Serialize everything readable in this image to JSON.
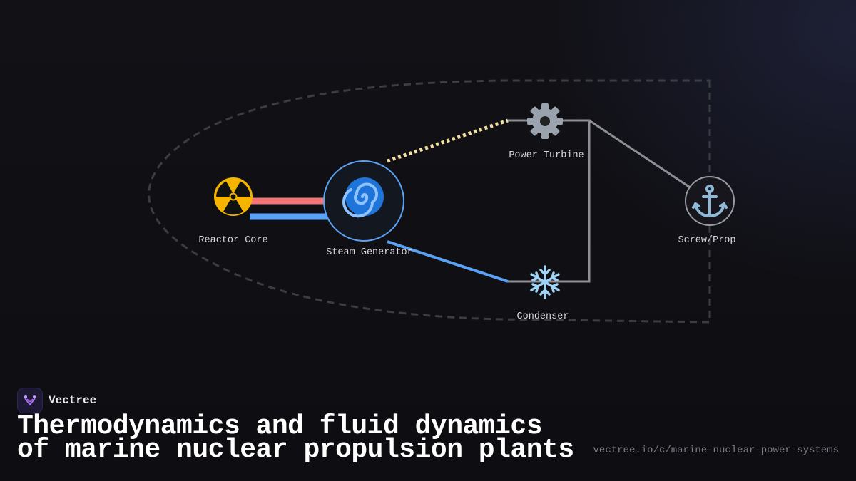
{
  "diagram": {
    "nodes": [
      {
        "id": "reactor",
        "label": "Reactor Core",
        "icon": "radioactive-icon",
        "glyph": "☢️"
      },
      {
        "id": "steam",
        "label": "Steam Generator",
        "icon": "cyclone-icon",
        "glyph": "🌀"
      },
      {
        "id": "turbine",
        "label": "Power Turbine",
        "icon": "gear-icon",
        "glyph": "⚙️"
      },
      {
        "id": "condenser",
        "label": "Condenser",
        "icon": "snowflake-icon",
        "glyph": "❄️"
      },
      {
        "id": "prop",
        "label": "Screw/Prop",
        "icon": "anchor-icon",
        "glyph": "⚓"
      }
    ],
    "edges": [
      {
        "from": "reactor",
        "to": "steam",
        "kind": "hot-leg",
        "color": "#f27474"
      },
      {
        "from": "steam",
        "to": "reactor",
        "kind": "cold-leg",
        "color": "#5aa2f5"
      },
      {
        "from": "steam",
        "to": "turbine",
        "kind": "steam-dotted",
        "color": "#f3dfa0"
      },
      {
        "from": "steam",
        "to": "condenser",
        "kind": "feedwater",
        "color": "#5aa2f5"
      },
      {
        "from": "turbine",
        "to": "condenser",
        "kind": "exhaust-loop",
        "color": "#8e8e96"
      },
      {
        "from": "turbine",
        "to": "prop",
        "kind": "shaft",
        "color": "#8e8e96"
      }
    ],
    "boundary_color": "#3a3d44"
  },
  "brand": {
    "name": "Vectree",
    "logo_icon": "vectree-logo-icon",
    "logo_color": "#a86cf0"
  },
  "title": "Thermodynamics and fluid dynamics of marine nuclear propulsion plants",
  "url": "vectree.io/c/marine-nuclear-power-systems"
}
